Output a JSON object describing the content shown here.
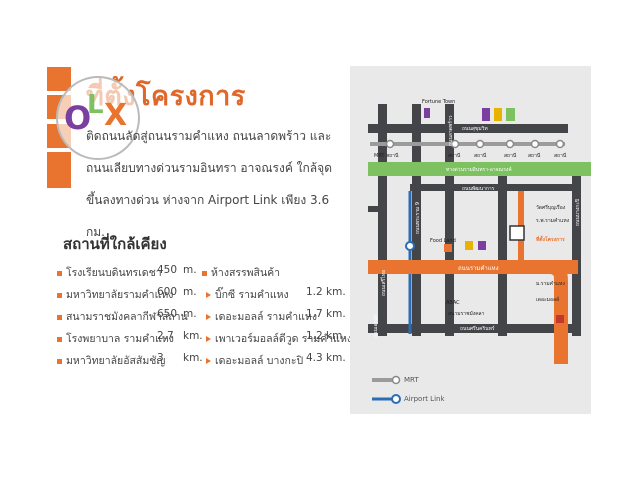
{
  "title": "ที่ตั้งโครงการ",
  "description": "ติดถนนลัดสู่ถนนรามคำแหง ถนนลาดพร้าว และถนนเลียบทางด่วนรามอินทรา อาจณรงค์ ใกล้จุดขึ้นลงทางด่วน ห่างจาก Airport Link เพียง 3.6 กม.",
  "logo_text": "OLX",
  "nearby_title": "สถานที่ใกล้เคียง",
  "places_left": [
    {
      "name": "โรงเรียนบดินทรเดชา",
      "dist": "450",
      "unit": "m."
    },
    {
      "name": "มหาวิทยาลัยรามคำแหง",
      "dist": "600",
      "unit": "m."
    },
    {
      "name": "สนามราชมังคลากีฬาสถาน",
      "dist": "650",
      "unit": "m."
    },
    {
      "name": "โรงพยาบาล รามคำแหง",
      "dist": "2.7",
      "unit": "km."
    },
    {
      "name": "มหาวิทยาลัยอัสสัมชัญ",
      "dist": "3",
      "unit": "km."
    }
  ],
  "malls_heading": "ห้างสรรพสินค้า",
  "places_right": [
    {
      "name": "บิ๊กซี รามคำแหง",
      "dist": "1.2 km."
    },
    {
      "name": "เดอะมอลล์ รามคำแหง",
      "dist": "1.7 km."
    },
    {
      "name": "เพาเวอร์มอลล์ดีวูด รามคำแหง",
      "dist": "1.2 km."
    },
    {
      "name": "เดอะมอลล์ บางกะปิ",
      "dist": "4.3 km."
    }
  ],
  "map": {
    "roads": {
      "sukhumvit_top": "ถนนสุขุมวิท",
      "expressway": "ทางด่วนรามอินทรา-อาจณรงค์",
      "ramkhamhaeng": "ถนนรามคำแหง",
      "srinakarin": "ถนนศรีนครินทร์",
      "pattanakarn": "ถนนพัฒนาการ",
      "v_left": "ถนนเอกมัย",
      "v_mid1": "ถนนพระราม 9",
      "v_mid2": "ถนนลาดพร้าว",
      "v_right": "ถนนบางกะปิ",
      "seri": "ถนนเสรีไทย"
    },
    "labels": {
      "fortune": "Fortune Town",
      "mrt_station": "MRT สถานี",
      "food_land": "Food Land",
      "abac": "ABAC",
      "u_condo": "ม.รามคำแหง",
      "ramkhamhaeng_hosp": "ร.พ.รามคำแหง",
      "project": "ที่ตั้งโครงการ",
      "the_mall": "เดอะมอลล์",
      "st1": "สถานี",
      "st2": "สถานี",
      "st3": "สถานี",
      "st4": "สถานี",
      "st5": "สถานี",
      "wat": "วัดศรีบุญเรือง",
      "rama_sta": "สนามราชมังคลา"
    },
    "legend_mrt": "MRT",
    "legend_airport": "Airport Link"
  },
  "colors": {
    "accent": "#e8742f",
    "road": "#444548",
    "expressway": "#7dc160",
    "airport": "#2a6db5"
  }
}
